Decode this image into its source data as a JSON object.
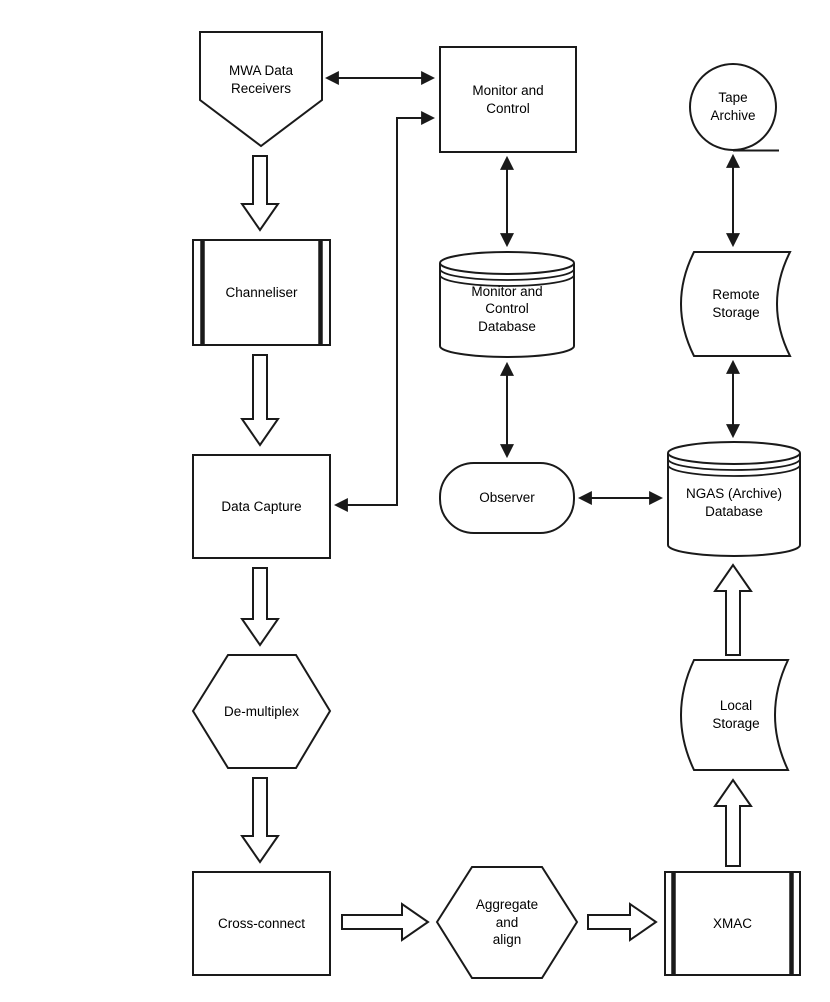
{
  "diagram": {
    "type": "flowchart",
    "background": "#ffffff",
    "stroke_color": "#1a1a1a",
    "nodes": {
      "mwa_data_receivers": {
        "label": "MWA Data\nReceivers",
        "shape": "off-page-pentagon"
      },
      "monitor_and_control": {
        "label": "Monitor and\nControl",
        "shape": "rectangle"
      },
      "tape_archive": {
        "label": "Tape\nArchive",
        "shape": "magnetic-tape-circle"
      },
      "channeliser": {
        "label": "Channeliser",
        "shape": "predefined-process"
      },
      "monitor_and_control_database": {
        "label": "Monitor and\nControl\nDatabase",
        "shape": "database-cylinder"
      },
      "remote_storage": {
        "label": "Remote\nStorage",
        "shape": "stored-data"
      },
      "data_capture": {
        "label": "Data Capture",
        "shape": "rectangle"
      },
      "observer": {
        "label": "Observer",
        "shape": "rounded-rectangle"
      },
      "ngas_archive_database": {
        "label": "NGAS (Archive)\nDatabase",
        "shape": "database-cylinder"
      },
      "de_multiplex": {
        "label": "De-multiplex",
        "shape": "hexagon"
      },
      "local_storage": {
        "label": "Local\nStorage",
        "shape": "stored-data"
      },
      "cross_connect": {
        "label": "Cross-connect",
        "shape": "rectangle"
      },
      "aggregate_and_align": {
        "label": "Aggregate\nand\nalign",
        "shape": "hexagon"
      },
      "xmac": {
        "label": "XMAC",
        "shape": "predefined-process"
      }
    },
    "edges": [
      {
        "from": "mwa_data_receivers",
        "to": "monitor_and_control",
        "style": "thin",
        "direction": "both"
      },
      {
        "from": "monitor_and_control",
        "to": "data_capture",
        "style": "thin-elbow",
        "direction": "both"
      },
      {
        "from": "monitor_and_control",
        "to": "monitor_and_control_database",
        "style": "thin",
        "direction": "both"
      },
      {
        "from": "monitor_and_control_database",
        "to": "observer",
        "style": "thin",
        "direction": "both"
      },
      {
        "from": "observer",
        "to": "ngas_archive_database",
        "style": "thin",
        "direction": "both"
      },
      {
        "from": "tape_archive",
        "to": "remote_storage",
        "style": "thin",
        "direction": "both"
      },
      {
        "from": "remote_storage",
        "to": "ngas_archive_database",
        "style": "thin",
        "direction": "both"
      },
      {
        "from": "mwa_data_receivers",
        "to": "channeliser",
        "style": "block",
        "direction": "forward"
      },
      {
        "from": "channeliser",
        "to": "data_capture",
        "style": "block",
        "direction": "forward"
      },
      {
        "from": "data_capture",
        "to": "de_multiplex",
        "style": "block",
        "direction": "forward"
      },
      {
        "from": "de_multiplex",
        "to": "cross_connect",
        "style": "block",
        "direction": "forward"
      },
      {
        "from": "cross_connect",
        "to": "aggregate_and_align",
        "style": "block",
        "direction": "forward"
      },
      {
        "from": "aggregate_and_align",
        "to": "xmac",
        "style": "block",
        "direction": "forward"
      },
      {
        "from": "xmac",
        "to": "local_storage",
        "style": "block",
        "direction": "forward"
      },
      {
        "from": "local_storage",
        "to": "ngas_archive_database",
        "style": "block",
        "direction": "forward"
      }
    ]
  }
}
